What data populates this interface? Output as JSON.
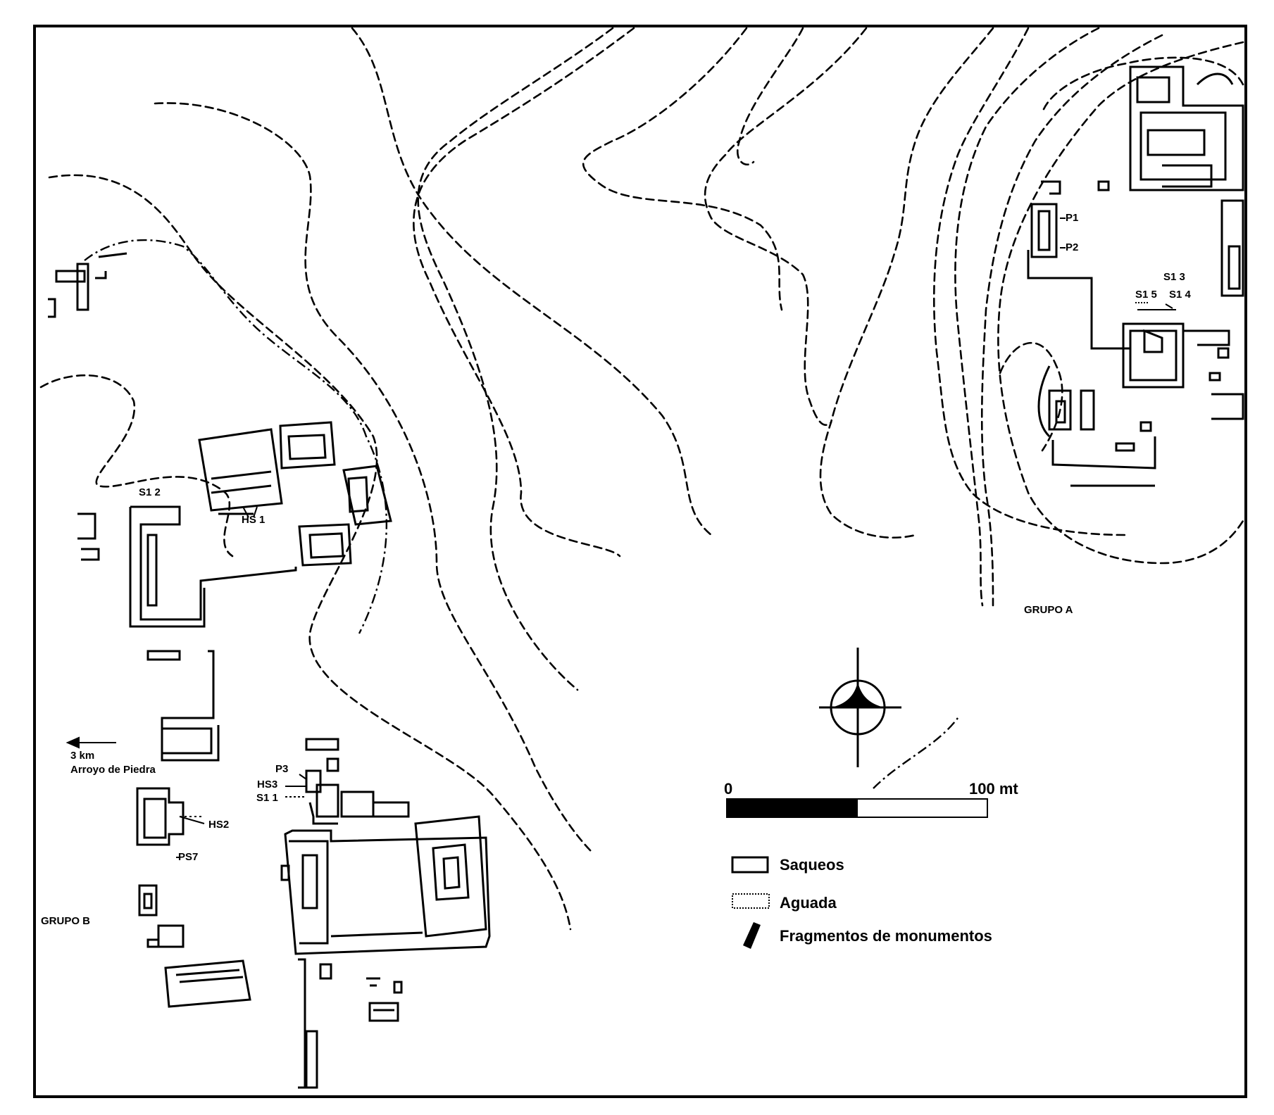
{
  "map": {
    "labels": {
      "grupo_a": "GRUPO A",
      "grupo_b": "GRUPO B",
      "p1": "P1",
      "p2": "P2",
      "s1_3": "S1 3",
      "s1_5": "S1 5",
      "s1_4": "S1 4",
      "s1_2": "S1 2",
      "hs1": "HS 1",
      "p3": "P3",
      "hs3": "HS3",
      "s1_1": "S1 1",
      "hs2": "HS2",
      "ps7": "PS7",
      "arrow_distance": "3 km",
      "arrow_destination": "Arroyo de Piedra"
    },
    "scale": {
      "start_label": "0",
      "end_label": "100 mt"
    },
    "legend": {
      "items": [
        {
          "label": "Saqueos",
          "symbol": "solid-rectangle"
        },
        {
          "label": "Aguada",
          "symbol": "dotted-rectangle"
        },
        {
          "label": "Fragmentos de monumentos",
          "symbol": "black-bar"
        }
      ]
    },
    "north_arrow": {
      "icon": "north-arrow-icon"
    },
    "colors": {
      "ink": "#000000",
      "paper": "#ffffff"
    }
  }
}
